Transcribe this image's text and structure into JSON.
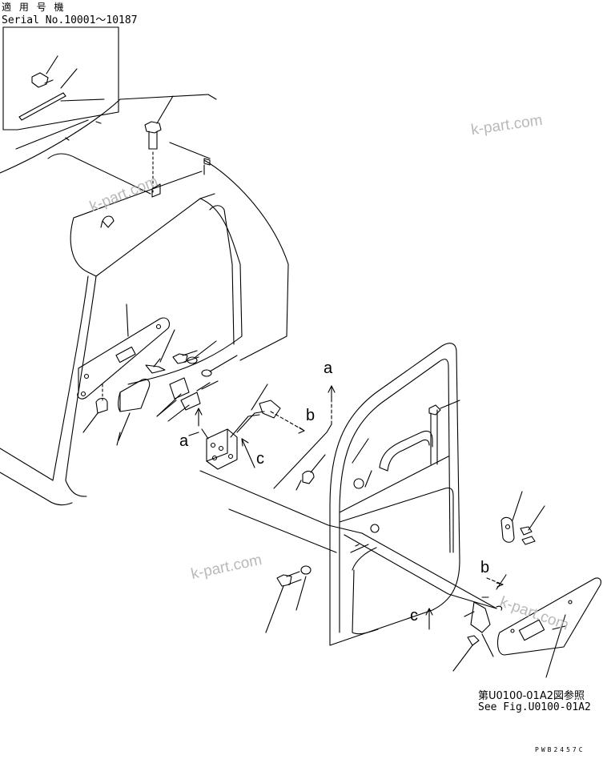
{
  "applicability": {
    "label": "適 用 号 機",
    "serial_range": "Serial No.10001～10187"
  },
  "watermarks": [
    "k-part.com",
    "k-part.com",
    "k-part.com",
    "k-part.com"
  ],
  "view_labels": {
    "a_upper": "a",
    "a_lower": "a",
    "b_upper": "b",
    "b_lower": "b",
    "c_upper": "c",
    "c_lower": "c"
  },
  "reference": {
    "japanese": "第U0100-01A2図参照",
    "english": "See Fig.U0100-01A2"
  },
  "drawing_code": "PWB2457C",
  "colors": {
    "line": "#000000",
    "watermark": "#b9b9b9",
    "background": "#ffffff"
  }
}
